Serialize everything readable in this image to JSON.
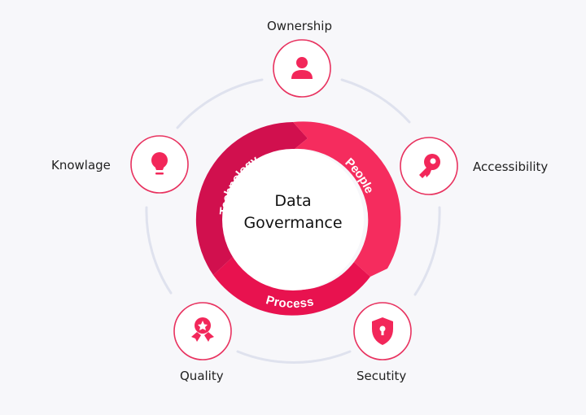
{
  "title": {
    "line1": "Data",
    "line2": "Govermance"
  },
  "ring_segments": [
    {
      "label": "Technology",
      "color": "#d1104e"
    },
    {
      "label": "People",
      "color": "#f52c5e"
    },
    {
      "label": "Process",
      "color": "#e8124f"
    }
  ],
  "nodes": [
    {
      "label": "Ownership",
      "icon": "user-icon"
    },
    {
      "label": "Accessibility",
      "icon": "key-icon"
    },
    {
      "label": "Secutity",
      "icon": "shield-lock-icon"
    },
    {
      "label": "Quality",
      "icon": "award-badge-icon"
    },
    {
      "label": "Knowlage",
      "icon": "lightbulb-icon"
    }
  ],
  "colors": {
    "accent": "#f2275a",
    "orbit": "#dfe2ee",
    "background": "#f7f7fa"
  }
}
